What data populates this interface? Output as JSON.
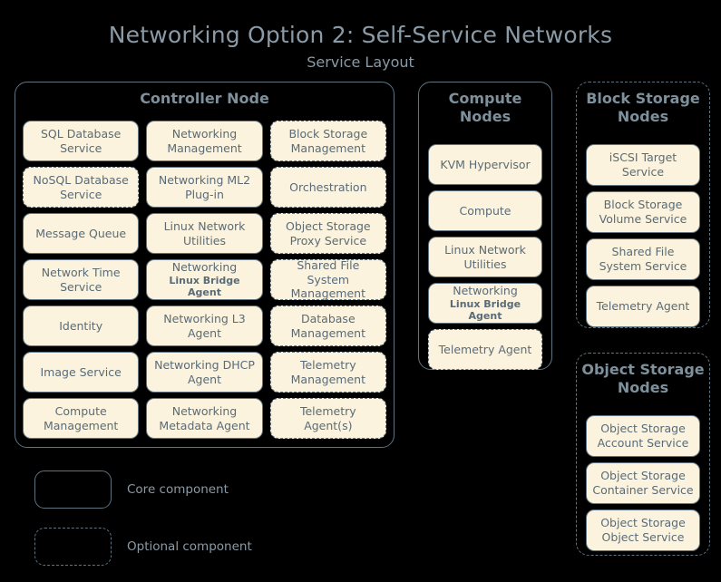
{
  "title": "Networking Option 2: Self-Service Networks",
  "subtitle": "Service Layout",
  "colors": {
    "background": "#000000",
    "box_fill": "#fbf3dd",
    "border": "#5f7380",
    "box_text": "#5a6b78",
    "title_text": "#8a9aa6",
    "node_title_text": "#7d909c"
  },
  "nodes": {
    "controller": {
      "title": "Controller Node",
      "optional": false,
      "services": [
        {
          "label": "SQL Database Service",
          "optional": false
        },
        {
          "label": "Networking Management",
          "optional": false
        },
        {
          "label": "Block Storage Management",
          "optional": true
        },
        {
          "label": "NoSQL Database Service",
          "optional": true
        },
        {
          "label": "Networking ML2 Plug-in",
          "optional": false
        },
        {
          "label": "Orchestration",
          "optional": true
        },
        {
          "label": "Message Queue",
          "optional": false
        },
        {
          "label": "Linux Network Utilities",
          "optional": false
        },
        {
          "label": "Object Storage Proxy Service",
          "optional": true
        },
        {
          "label": "Network Time Service",
          "optional": false
        },
        {
          "label": "Networking",
          "sub": "Linux Bridge Agent",
          "optional": false
        },
        {
          "label": "Shared File System Management",
          "optional": true
        },
        {
          "label": "Identity",
          "optional": false
        },
        {
          "label": "Networking L3 Agent",
          "optional": false
        },
        {
          "label": "Database Management",
          "optional": true
        },
        {
          "label": "Image Service",
          "optional": false
        },
        {
          "label": "Networking DHCP Agent",
          "optional": false
        },
        {
          "label": "Telemetry Management",
          "optional": true
        },
        {
          "label": "Compute Management",
          "optional": false
        },
        {
          "label": "Networking Metadata Agent",
          "optional": false
        },
        {
          "label": "Telemetry Agent(s)",
          "optional": true
        }
      ]
    },
    "compute": {
      "title": "Compute Nodes",
      "optional": false,
      "services": [
        {
          "label": "KVM Hypervisor",
          "optional": false
        },
        {
          "label": "Compute",
          "optional": false
        },
        {
          "label": "Linux Network Utilities",
          "optional": false
        },
        {
          "label": "Networking",
          "sub": "Linux Bridge Agent",
          "optional": false
        },
        {
          "label": "Telemetry Agent",
          "optional": true
        }
      ]
    },
    "block_storage": {
      "title": "Block Storage Nodes",
      "optional": true,
      "services": [
        {
          "label": "iSCSI Target Service",
          "optional": false
        },
        {
          "label": "Block Storage Volume Service",
          "optional": false
        },
        {
          "label": "Shared File System Service",
          "optional": false
        },
        {
          "label": "Telemetry Agent",
          "optional": false
        }
      ]
    },
    "object_storage": {
      "title": "Object Storage Nodes",
      "optional": true,
      "services": [
        {
          "label": "Object Storage Account Service",
          "optional": false
        },
        {
          "label": "Object Storage Container Service",
          "optional": false
        },
        {
          "label": "Object Storage Object Service",
          "optional": false
        }
      ]
    }
  },
  "legend": [
    {
      "label": "Core component",
      "optional": false
    },
    {
      "label": "Optional component",
      "optional": true
    }
  ]
}
